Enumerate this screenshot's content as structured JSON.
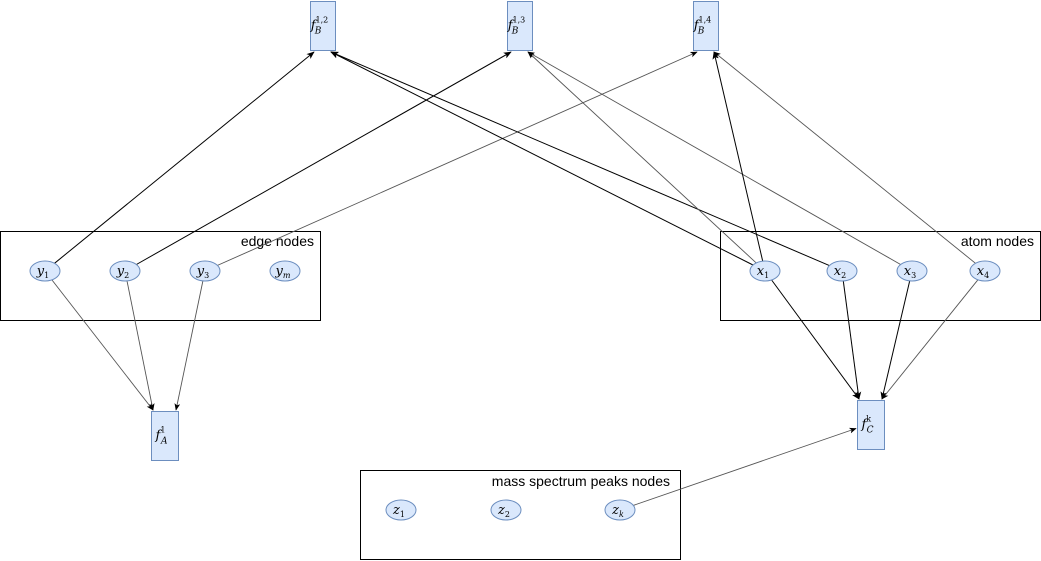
{
  "groups": {
    "edge": {
      "label": "edge nodes"
    },
    "atom": {
      "label": "atom nodes"
    },
    "peaks": {
      "label": "mass spectrum peaks nodes"
    }
  },
  "nodes": {
    "y1": {
      "base": "y",
      "sub": "1"
    },
    "y2": {
      "base": "y",
      "sub": "2"
    },
    "y3": {
      "base": "y",
      "sub": "3"
    },
    "ym": {
      "base": "y",
      "sub": "m"
    },
    "x1": {
      "base": "x",
      "sub": "1"
    },
    "x2": {
      "base": "x",
      "sub": "2"
    },
    "x3": {
      "base": "x",
      "sub": "3"
    },
    "x4": {
      "base": "x",
      "sub": "4"
    },
    "z1": {
      "base": "z",
      "sub": "1"
    },
    "z2": {
      "base": "z",
      "sub": "2"
    },
    "zk": {
      "base": "z",
      "sub": "k"
    }
  },
  "factors": {
    "fB12": {
      "base": "f",
      "sub": "B",
      "sup": "1,2"
    },
    "fB13": {
      "base": "f",
      "sub": "B",
      "sup": "1,3"
    },
    "fB14": {
      "base": "f",
      "sub": "B",
      "sup": "1,4"
    },
    "fA1": {
      "base": "f",
      "sub": "A",
      "sup": "1"
    },
    "fCk": {
      "base": "f",
      "sub": "C",
      "sup": "k"
    }
  },
  "edges": [
    {
      "from": "y1",
      "to": "fB12"
    },
    {
      "from": "y2",
      "to": "fB13"
    },
    {
      "from": "y3",
      "to": "fB14"
    },
    {
      "from": "x1",
      "to": "fB12"
    },
    {
      "from": "x2",
      "to": "fB12"
    },
    {
      "from": "x1",
      "to": "fB13"
    },
    {
      "from": "x3",
      "to": "fB13"
    },
    {
      "from": "x1",
      "to": "fB14"
    },
    {
      "from": "x4",
      "to": "fB14"
    },
    {
      "from": "y1",
      "to": "fA1"
    },
    {
      "from": "y2",
      "to": "fA1"
    },
    {
      "from": "y3",
      "to": "fA1"
    },
    {
      "from": "x1",
      "to": "fCk"
    },
    {
      "from": "x2",
      "to": "fCk"
    },
    {
      "from": "x3",
      "to": "fCk"
    },
    {
      "from": "x4",
      "to": "fCk"
    },
    {
      "from": "zk",
      "to": "fCk"
    }
  ],
  "colors": {
    "node_fill": "#dae8fc",
    "node_stroke": "#6c8ebf",
    "edge": "#000000"
  }
}
